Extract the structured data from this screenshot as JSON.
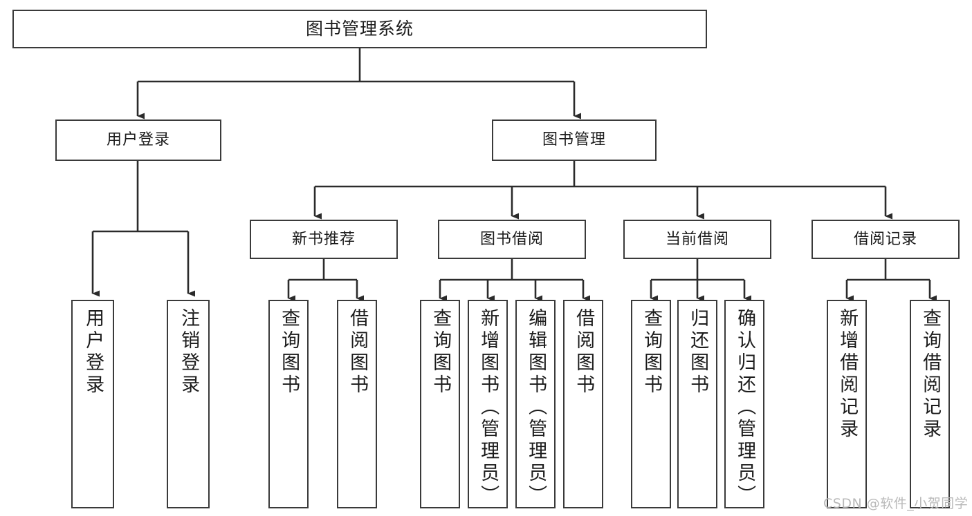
{
  "diagram": {
    "title": "图书管理系统",
    "type": "tree",
    "orientation": "top-down",
    "levels": 4,
    "line_color": "#3a3a3a",
    "box_fill": "#ffffff",
    "text_color": "#1c1c1c"
  },
  "root": {
    "label": "图书管理系统"
  },
  "branches": [
    {
      "label": "用户登录"
    },
    {
      "label": "图书管理"
    }
  ],
  "subbranches": [
    {
      "label": "新书推荐"
    },
    {
      "label": "图书借阅"
    },
    {
      "label": "当前借阅"
    },
    {
      "label": "借阅记录"
    }
  ],
  "leaves": {
    "user_login": [
      {
        "label": "用户登录"
      },
      {
        "label": "注销登录"
      }
    ],
    "new_book_recommend": [
      {
        "label": "查询图书"
      },
      {
        "label": "借阅图书"
      }
    ],
    "book_borrow": [
      {
        "label": "查询图书"
      },
      {
        "label": "新增图书（管理员）"
      },
      {
        "label": "编辑图书（管理员）"
      },
      {
        "label": "借阅图书"
      }
    ],
    "current_borrow": [
      {
        "label": "查询图书"
      },
      {
        "label": "归还图书"
      },
      {
        "label": "确认归还（管理员）"
      }
    ],
    "borrow_records": [
      {
        "label": "新增借阅记录"
      },
      {
        "label": "查询借阅记录"
      }
    ]
  },
  "watermark": {
    "text": "CSDN @软件_小贺同学"
  }
}
